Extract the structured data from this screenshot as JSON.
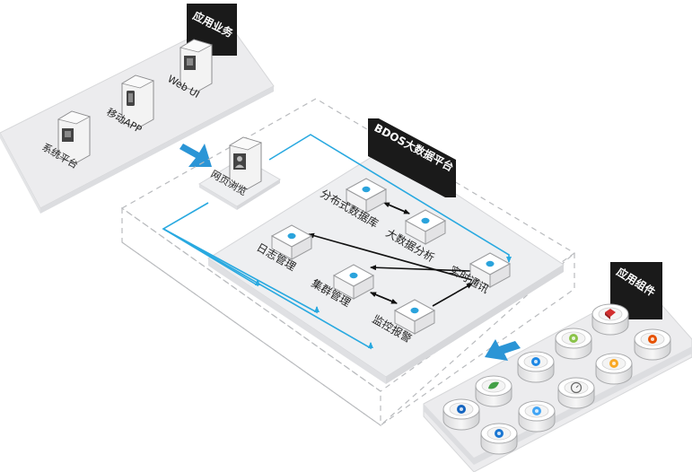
{
  "tags": {
    "app_business": "应用业务",
    "platform": "BDOS大数据平台",
    "app_components": "应用组件"
  },
  "clients": {
    "web_ui": "Web UI",
    "mobile_app": "移动APP",
    "system_platform": "系统平台",
    "web_browse": "网页浏览"
  },
  "modules": {
    "distributed_db": "分布式数据库",
    "big_data_analysis": "大数据分析",
    "log_management": "日志管理",
    "cluster_management": "集群管理",
    "realtime_comm": "实时通讯",
    "monitoring_alarm": "监控报警"
  },
  "colors": {
    "flow_line": "#29a9e0",
    "node_dot": "#2aa3dc",
    "tag_bg": "#1a1a1a",
    "panel": "#eeeff1",
    "panel_edge": "#d4d5d8",
    "dashed": "#b9bbbe"
  },
  "component_icons": [
    "red-cube-icon",
    "green-cloud-icon",
    "orange-gear-icon",
    "blue-sync-icon",
    "yellow-elephant-icon",
    "green-leaf-icon",
    "clock-icon",
    "docker-whale-icon",
    "tree-nodes-icon",
    "kubernetes-ship-icon"
  ]
}
